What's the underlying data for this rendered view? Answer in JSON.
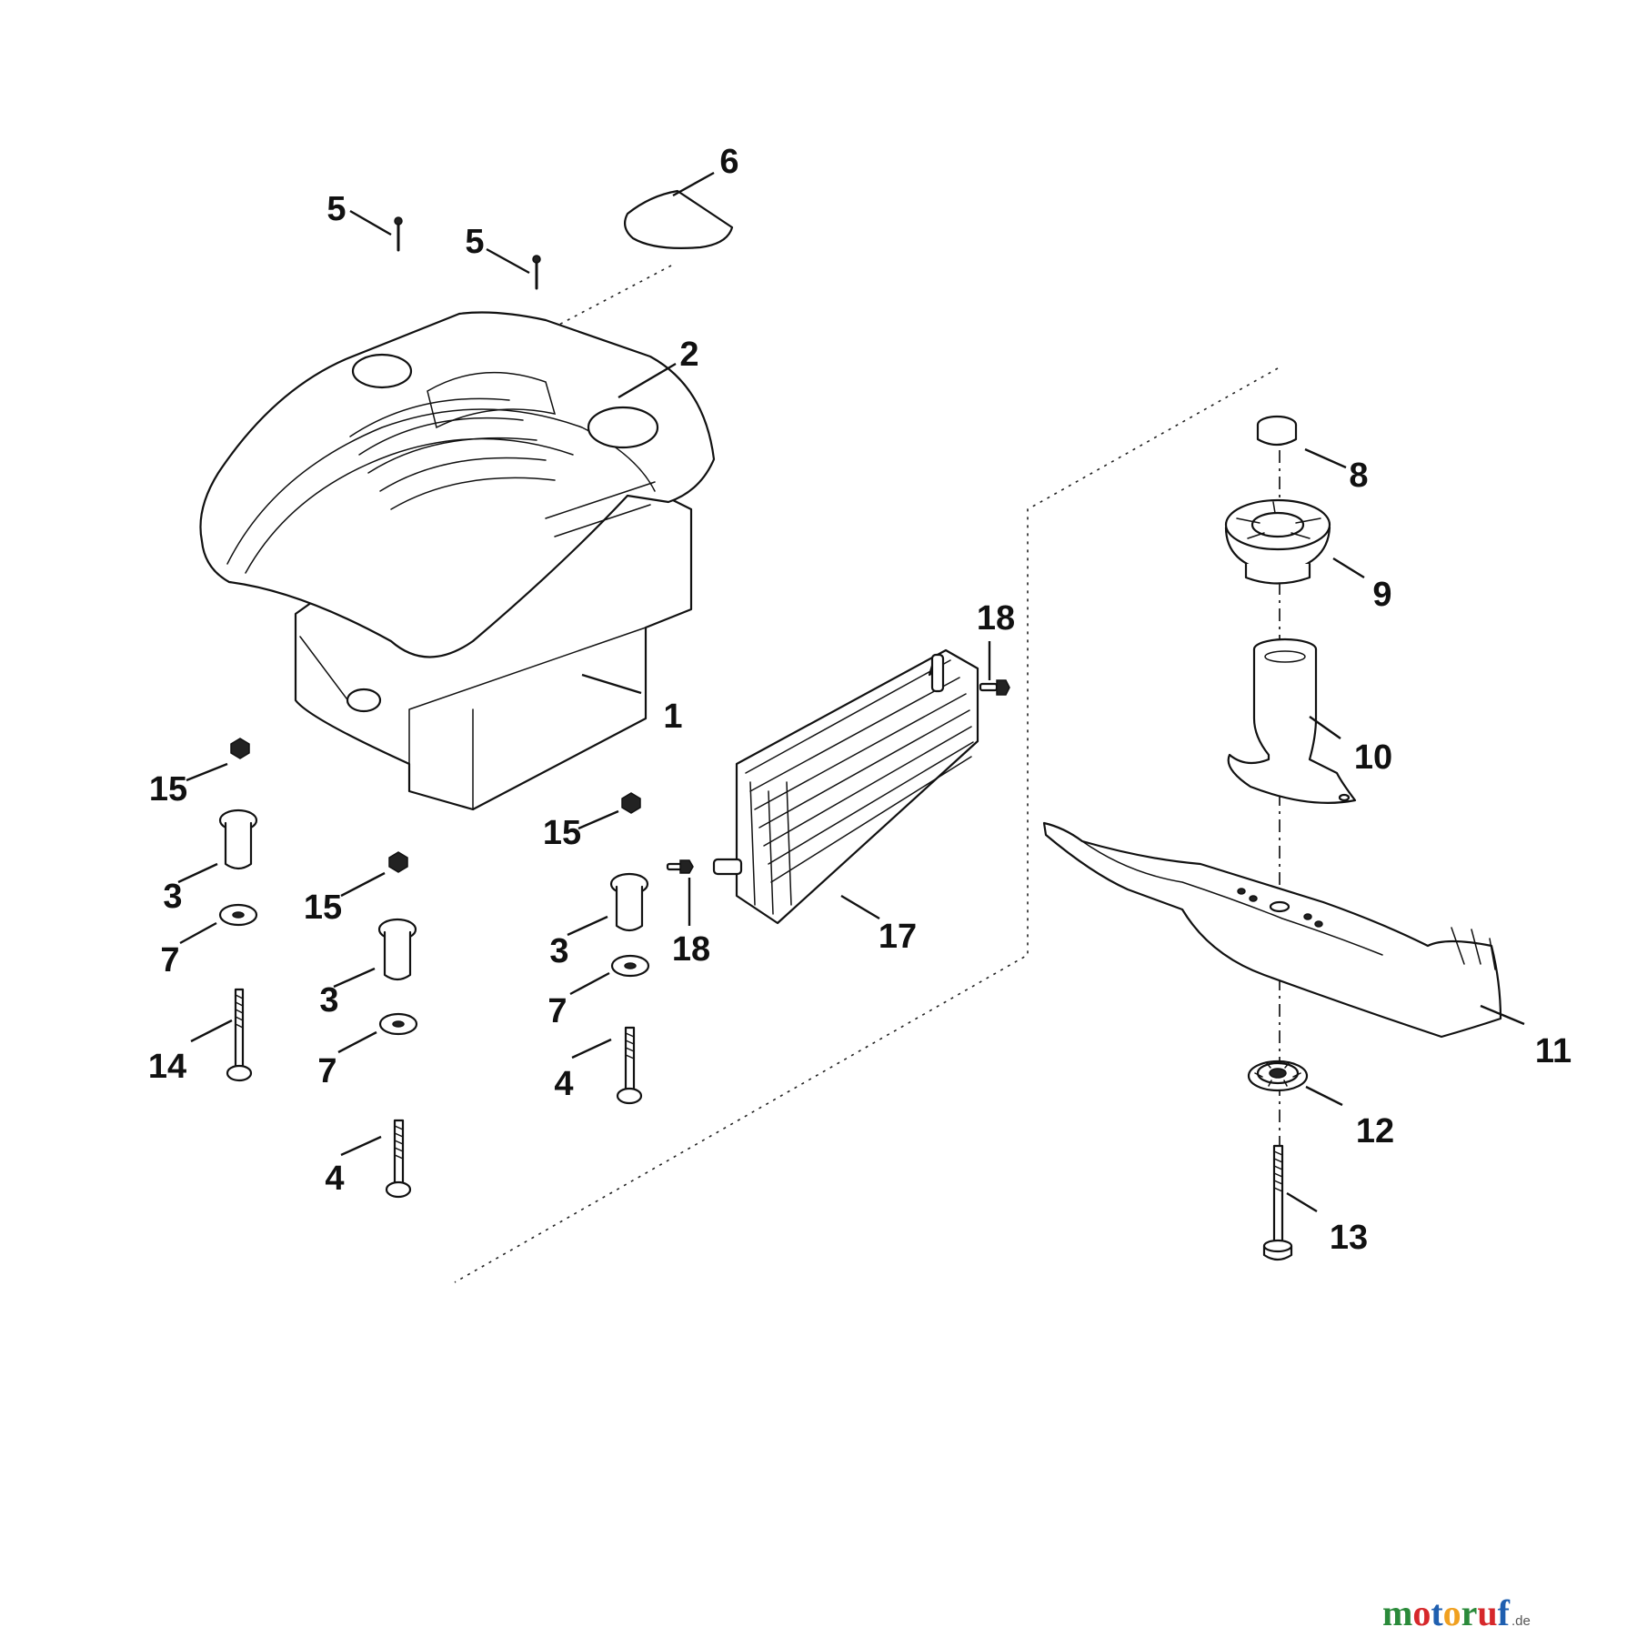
{
  "callouts": {
    "c1": "1",
    "c2": "2",
    "c3a": "3",
    "c3b": "3",
    "c3c": "3",
    "c4a": "4",
    "c4b": "4",
    "c5a": "5",
    "c5b": "5",
    "c6": "6",
    "c7a": "7",
    "c7b": "7",
    "c7c": "7",
    "c8": "8",
    "c9": "9",
    "c10": "10",
    "c11": "11",
    "c12": "12",
    "c13": "13",
    "c14": "14",
    "c15a": "15",
    "c15b": "15",
    "c15c": "15",
    "c17": "17",
    "c18a": "18",
    "c18b": "18"
  },
  "brand": {
    "letters": [
      "m",
      "o",
      "t",
      "o",
      "r",
      "u",
      "f"
    ],
    "tld": ".de",
    "colors": [
      "#2a8a3a",
      "#d6282b",
      "#1f5fb0",
      "#f0a020",
      "#2a8a3a",
      "#d6282b",
      "#1f5fb0"
    ]
  }
}
